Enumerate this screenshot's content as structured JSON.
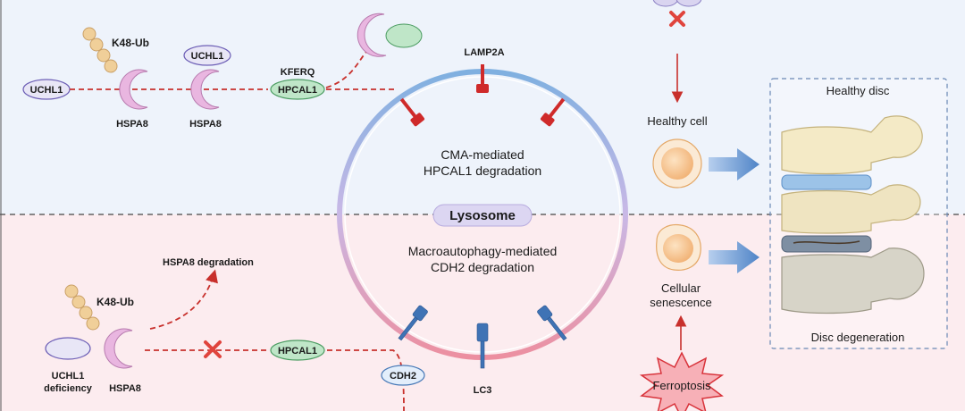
{
  "labels": {
    "k48_top": "K48-Ub",
    "uchl1_left": "UCHL1",
    "uchl1_top": "UCHL1",
    "hspa8_1": "HSPA8",
    "hspa8_2": "HSPA8",
    "kferq": "KFERQ",
    "hpcal1_top": "HPCAL1",
    "lamp2a": "LAMP2A",
    "cma_1": "CMA-mediated",
    "cma_2": "HPCAL1 degradation",
    "lysosome": "Lysosome",
    "macro_1": "Macroautophagy-mediated",
    "macro_2": "CDH2 degradation",
    "hspa8_degradation": "HSPA8 degradation",
    "k48_bottom": "K48-Ub",
    "uchl1_def_1": "UCHL1",
    "uchl1_def_2": "deficiency",
    "hspa8_bottom": "HSPA8",
    "hpcal1_bottom": "HPCAL1",
    "cdh2": "CDH2",
    "lc3": "LC3",
    "healthy_cell": "Healthy cell",
    "cellular_1": "Cellular",
    "cellular_2": "senescence",
    "ferroptosis": "Ferroptosis",
    "healthy_disc": "Healthy disc",
    "disc_degeneration": "Disc degeneration"
  },
  "colors": {
    "top_bg": "#eef3fb",
    "bottom_bg": "#fcecef",
    "dash_red": "#c8302c",
    "chaperone": "#e9b6e0",
    "ubiquitin": "#f0cf99",
    "hpcal1_green": "#bfe6c8",
    "lamp2a_red": "#cf2a2a",
    "lc3_blue": "#3f73b5",
    "cell_orange": "#f6c088",
    "arrow_blue": "#6a98cf",
    "lysosome_pill": "#dcd6f2",
    "ferroptosis_pink": "#f7b0b7"
  }
}
